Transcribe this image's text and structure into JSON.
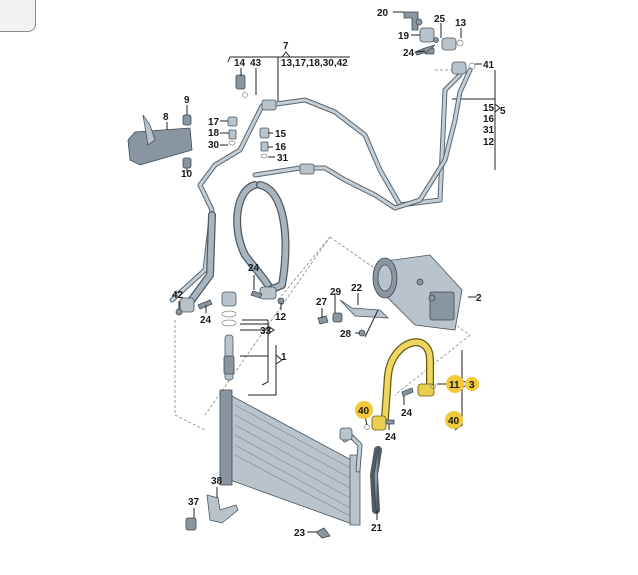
{
  "diagram": {
    "title": "Air conditioning refrigerant circuit – exploded parts view",
    "highlight_color": "#f3c93a",
    "pipe_color": "#c4ced6",
    "highlighted_hose_color": "#eed760",
    "callouts": [
      {
        "id": "c20",
        "label": "20",
        "highlighted": false
      },
      {
        "id": "c13a",
        "label": "13",
        "highlighted": false
      },
      {
        "id": "c25",
        "label": "25",
        "highlighted": false
      },
      {
        "id": "c19",
        "label": "19",
        "highlighted": false
      },
      {
        "id": "c24a",
        "label": "24",
        "highlighted": false
      },
      {
        "id": "c41",
        "label": "41",
        "highlighted": false
      },
      {
        "id": "c7",
        "label": "7",
        "highlighted": false
      },
      {
        "id": "c14",
        "label": "14",
        "highlighted": false
      },
      {
        "id": "c43",
        "label": "43",
        "highlighted": false
      },
      {
        "id": "c7sub",
        "label": "13,17,18,30,42",
        "highlighted": false
      },
      {
        "id": "c15a",
        "label": "15",
        "highlighted": false
      },
      {
        "id": "c16a",
        "label": "16",
        "highlighted": false
      },
      {
        "id": "c31a",
        "label": "31",
        "highlighted": false
      },
      {
        "id": "c12a",
        "label": "12",
        "highlighted": false
      },
      {
        "id": "c5",
        "label": "5",
        "highlighted": false
      },
      {
        "id": "c9",
        "label": "9",
        "highlighted": false
      },
      {
        "id": "c8",
        "label": "8",
        "highlighted": false
      },
      {
        "id": "c10",
        "label": "10",
        "highlighted": false
      },
      {
        "id": "c17",
        "label": "17",
        "highlighted": false
      },
      {
        "id": "c18",
        "label": "18",
        "highlighted": false
      },
      {
        "id": "c30",
        "label": "30",
        "highlighted": false
      },
      {
        "id": "c15b",
        "label": "15",
        "highlighted": false
      },
      {
        "id": "c16b",
        "label": "16",
        "highlighted": false
      },
      {
        "id": "c31b",
        "label": "31",
        "highlighted": false
      },
      {
        "id": "c42",
        "label": "42",
        "highlighted": false
      },
      {
        "id": "c24b",
        "label": "24",
        "highlighted": false
      },
      {
        "id": "c24c",
        "label": "24",
        "highlighted": false
      },
      {
        "id": "c12b",
        "label": "12",
        "highlighted": false
      },
      {
        "id": "c33",
        "label": "33",
        "highlighted": false
      },
      {
        "id": "c1",
        "label": "1",
        "highlighted": false
      },
      {
        "id": "c2",
        "label": "2",
        "highlighted": false
      },
      {
        "id": "c22",
        "label": "22",
        "highlighted": false
      },
      {
        "id": "c29",
        "label": "29",
        "highlighted": false
      },
      {
        "id": "c27",
        "label": "27",
        "highlighted": false
      },
      {
        "id": "c28",
        "label": "28",
        "highlighted": false
      },
      {
        "id": "c11",
        "label": "11",
        "highlighted": true
      },
      {
        "id": "c3",
        "label": "3",
        "highlighted": true
      },
      {
        "id": "c40a",
        "label": "40",
        "highlighted": true
      },
      {
        "id": "c40b",
        "label": "40",
        "highlighted": true
      },
      {
        "id": "c24d",
        "label": "24",
        "highlighted": false
      },
      {
        "id": "c24e",
        "label": "24",
        "highlighted": false
      },
      {
        "id": "c38",
        "label": "38",
        "highlighted": false
      },
      {
        "id": "c37",
        "label": "37",
        "highlighted": false
      },
      {
        "id": "c23",
        "label": "23",
        "highlighted": false
      },
      {
        "id": "c21",
        "label": "21",
        "highlighted": false
      }
    ]
  }
}
